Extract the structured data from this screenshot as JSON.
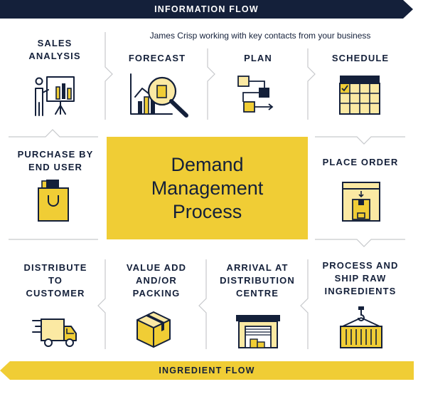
{
  "banners": {
    "top": "INFORMATION FLOW",
    "bottom": "INGREDIENT FLOW"
  },
  "subtitle": "James Crisp working with key contacts from your business",
  "center": {
    "title": "Demand\nManagement\nProcess"
  },
  "steps": {
    "sales_analysis": "SALES\nANALYSIS",
    "forecast": "FORECAST",
    "plan": "PLAN",
    "schedule": "SCHEDULE",
    "purchase": "PURCHASE BY\nEND USER",
    "place_order": "PLACE ORDER",
    "distribute": "DISTRIBUTE\nTO\nCUSTOMER",
    "value_add": "VALUE ADD\nAND/OR\nPACKING",
    "arrival": "ARRIVAL AT\nDISTRIBUTION\nCENTRE",
    "process_ship": "PROCESS AND\nSHIP RAW\nINGREDIENTS"
  },
  "colors": {
    "navy": "#14203a",
    "yellow": "#f0cd35",
    "light_yellow": "#fbe9a3",
    "divider": "#c7c9cc"
  },
  "icons": [
    "presentation-chart-icon",
    "magnifier-chart-icon",
    "flowchart-icon",
    "calendar-icon",
    "shopping-bag-icon",
    "order-box-icon",
    "delivery-truck-icon",
    "package-box-icon",
    "warehouse-icon",
    "shipping-container-icon"
  ]
}
